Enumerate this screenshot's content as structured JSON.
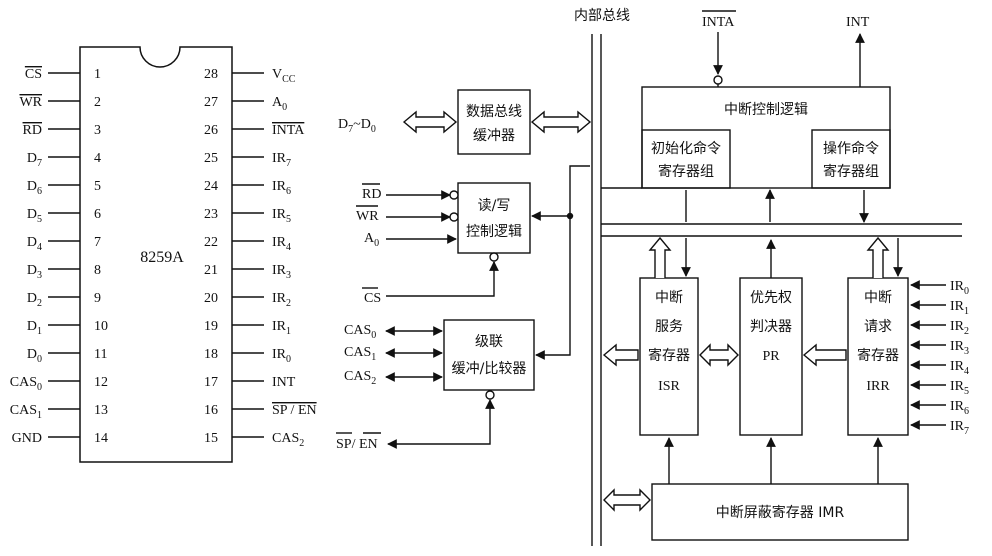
{
  "chip": {
    "name": "8259A",
    "left_pins": [
      {
        "num": "1",
        "label": "CS",
        "bar": true
      },
      {
        "num": "2",
        "label": "WR",
        "bar": true
      },
      {
        "num": "3",
        "label": "RD",
        "bar": true
      },
      {
        "num": "4",
        "label": "D",
        "sub": "7"
      },
      {
        "num": "5",
        "label": "D",
        "sub": "6"
      },
      {
        "num": "6",
        "label": "D",
        "sub": "5"
      },
      {
        "num": "7",
        "label": "D",
        "sub": "4"
      },
      {
        "num": "8",
        "label": "D",
        "sub": "3"
      },
      {
        "num": "9",
        "label": "D",
        "sub": "2"
      },
      {
        "num": "10",
        "label": "D",
        "sub": "1"
      },
      {
        "num": "11",
        "label": "D",
        "sub": "0"
      },
      {
        "num": "12",
        "label": "CAS",
        "sub": "0"
      },
      {
        "num": "13",
        "label": "CAS",
        "sub": "1"
      },
      {
        "num": "14",
        "label": "GND"
      }
    ],
    "right_pins": [
      {
        "num": "28",
        "label": "V",
        "sub": "CC"
      },
      {
        "num": "27",
        "label": "A",
        "sub": "0"
      },
      {
        "num": "26",
        "label": "INTA",
        "bar": true
      },
      {
        "num": "25",
        "label": "IR",
        "sub": "7"
      },
      {
        "num": "24",
        "label": "IR",
        "sub": "6"
      },
      {
        "num": "23",
        "label": "IR",
        "sub": "5"
      },
      {
        "num": "22",
        "label": "IR",
        "sub": "4"
      },
      {
        "num": "21",
        "label": "IR",
        "sub": "3"
      },
      {
        "num": "20",
        "label": "IR",
        "sub": "2"
      },
      {
        "num": "19",
        "label": "IR",
        "sub": "1"
      },
      {
        "num": "18",
        "label": "IR",
        "sub": "0"
      },
      {
        "num": "17",
        "label": "INT"
      },
      {
        "num": "16",
        "label": "SP / EN",
        "bar": true
      },
      {
        "num": "15",
        "label": "CAS",
        "sub": "2"
      }
    ]
  },
  "block": {
    "bus_label": "内部总线",
    "inta_label": "INTA",
    "int_label": "INT",
    "data_pins_label": "D",
    "data_pins_sub1": "7",
    "data_pins_mid": "~D",
    "data_pins_sub2": "0",
    "data_buffer": [
      "数据总线",
      "缓冲器"
    ],
    "rd": "RD",
    "wr": "WR",
    "a0": "A",
    "a0_sub": "0",
    "rw_logic": [
      "读/写",
      "控制逻辑"
    ],
    "cs": "CS",
    "cas": [
      {
        "label": "CAS",
        "sub": "0"
      },
      {
        "label": "CAS",
        "sub": "1"
      },
      {
        "label": "CAS",
        "sub": "2"
      }
    ],
    "cascade": [
      "级联",
      "缓冲/比较器"
    ],
    "sp_en": "SP/ EN",
    "control_logic": "中断控制逻辑",
    "init_cmd": [
      "初始化命令",
      "寄存器组"
    ],
    "op_cmd": [
      "操作命令",
      "寄存器组"
    ],
    "isr": [
      "中断",
      "服务",
      "寄存器",
      "ISR"
    ],
    "pr": [
      "优先权",
      "判决器",
      "PR"
    ],
    "irr": [
      "中断",
      "请求",
      "寄存器",
      "IRR"
    ],
    "ir_inputs": [
      "0",
      "1",
      "2",
      "3",
      "4",
      "5",
      "6",
      "7"
    ],
    "ir_prefix": "IR",
    "imr": "中断屏蔽寄存器 IMR"
  }
}
